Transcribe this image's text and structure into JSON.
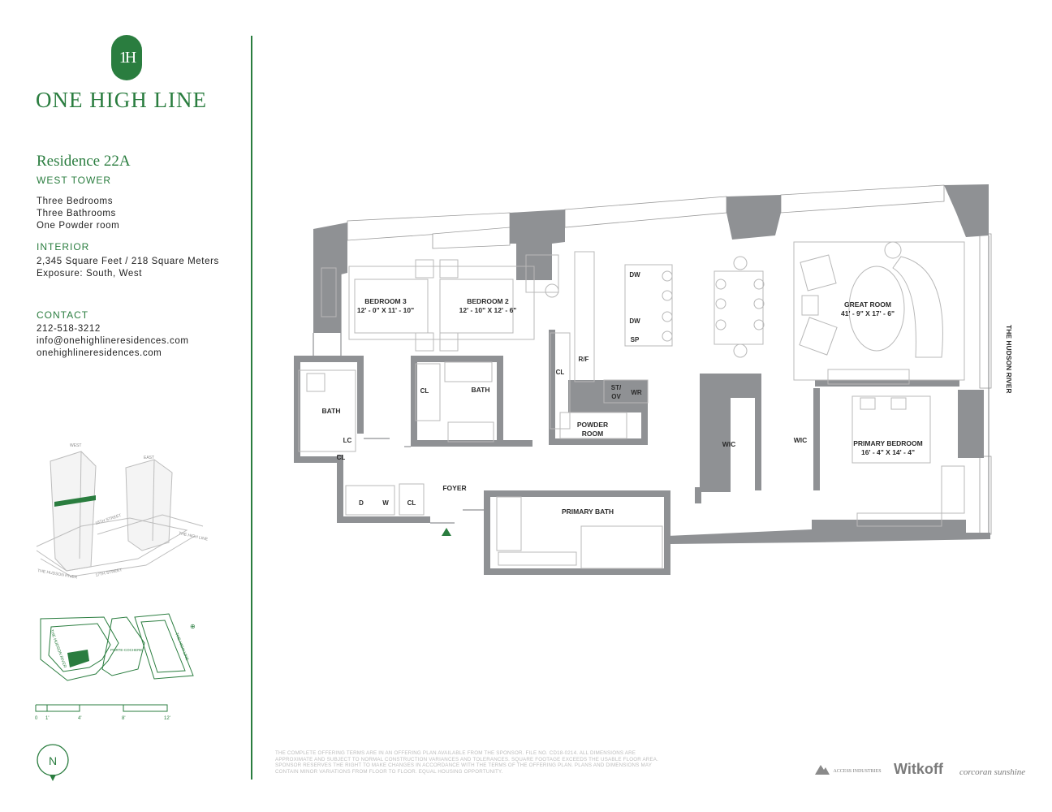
{
  "brand": {
    "monogram": "1H",
    "name": "ONE HIGH LINE"
  },
  "residence": {
    "title": "Residence 22A",
    "tower": "WEST TOWER",
    "features": [
      "Three Bedrooms",
      "Three Bathrooms",
      "One Powder room"
    ]
  },
  "interior": {
    "heading": "INTERIOR",
    "lines": [
      "2,345 Square Feet / 218 Square Meters",
      "Exposure: South, West"
    ]
  },
  "contact": {
    "heading": "CONTACT",
    "lines": [
      "212-518-3212",
      "info@onehighlineresidences.com",
      "onehighlineresidences.com"
    ]
  },
  "key_plan": {
    "tower_labels": [
      "WEST",
      "EAST"
    ],
    "street_labels": [
      "18TH STREET",
      "THE HIGH LINE",
      "THE HUDSON RIVER",
      "17TH STREET"
    ]
  },
  "site_plan": {
    "labels": [
      "THE HUDSON RIVER",
      "PORTE-COCHERE",
      "THE HIGH LINE"
    ]
  },
  "scale": {
    "ticks": [
      "0",
      "1'",
      "4'",
      "8'",
      "12'"
    ]
  },
  "compass": {
    "label": "N"
  },
  "floorplan": {
    "river_label": "THE HUDSON RIVER",
    "rooms": {
      "bedroom3": {
        "name": "BEDROOM 3",
        "dims": "12' - 0\" X 11' - 10\""
      },
      "bedroom2": {
        "name": "BEDROOM 2",
        "dims": "12' - 10\" X 12' - 6\""
      },
      "great_room": {
        "name": "GREAT ROOM",
        "dims": "41' - 9\" X 17' - 6\""
      },
      "primary_bedroom": {
        "name": "PRIMARY BEDROOM",
        "dims": "16' - 4\" X 14' - 4\""
      },
      "bath_west": "BATH",
      "bath_mid": "BATH",
      "primary_bath": "PRIMARY BATH",
      "powder_room": [
        "POWDER",
        "ROOM"
      ],
      "foyer": "FOYER",
      "wic_1": "WIC",
      "wic_2": "WIC"
    },
    "fixtures": {
      "cl_1": "CL",
      "cl_2": "CL",
      "cl_3": "CL",
      "cl_4": "CL",
      "lc": "LC",
      "d": "D",
      "w": "W",
      "dw_1": "DW",
      "dw_2": "DW",
      "sp": "SP",
      "rf": "R/F",
      "st_ov": [
        "ST/",
        "OV"
      ],
      "wr": "WR"
    }
  },
  "disclaimer": "THE COMPLETE OFFERING TERMS ARE IN AN OFFERING PLAN AVAILABLE FROM THE SPONSOR. FILE NO. CD18-0214. ALL DIMENSIONS ARE APPROXIMATE AND SUBJECT TO NORMAL CONSTRUCTION VARIANCES AND TOLERANCES. SQUARE FOOTAGE EXCEEDS THE USABLE FLOOR AREA. SPONSOR RESERVES THE RIGHT TO MAKE CHANGES IN ACCORDANCE WITH THE TERMS OF THE OFFERING PLAN. PLANS AND DIMENSIONS MAY CONTAIN MINOR VARIATIONS FROM FLOOR TO FLOOR. EQUAL HOUSING OPPORTUNITY.",
  "footer_logos": {
    "access": "ACCESS INDUSTRIES",
    "witkoff": "Witkoff",
    "corcoran": "corcoran sunshine"
  },
  "colors": {
    "brand_green": "#2a7d3f",
    "wall_gray": "#8f9194",
    "line_gray": "#b8b8b8"
  }
}
